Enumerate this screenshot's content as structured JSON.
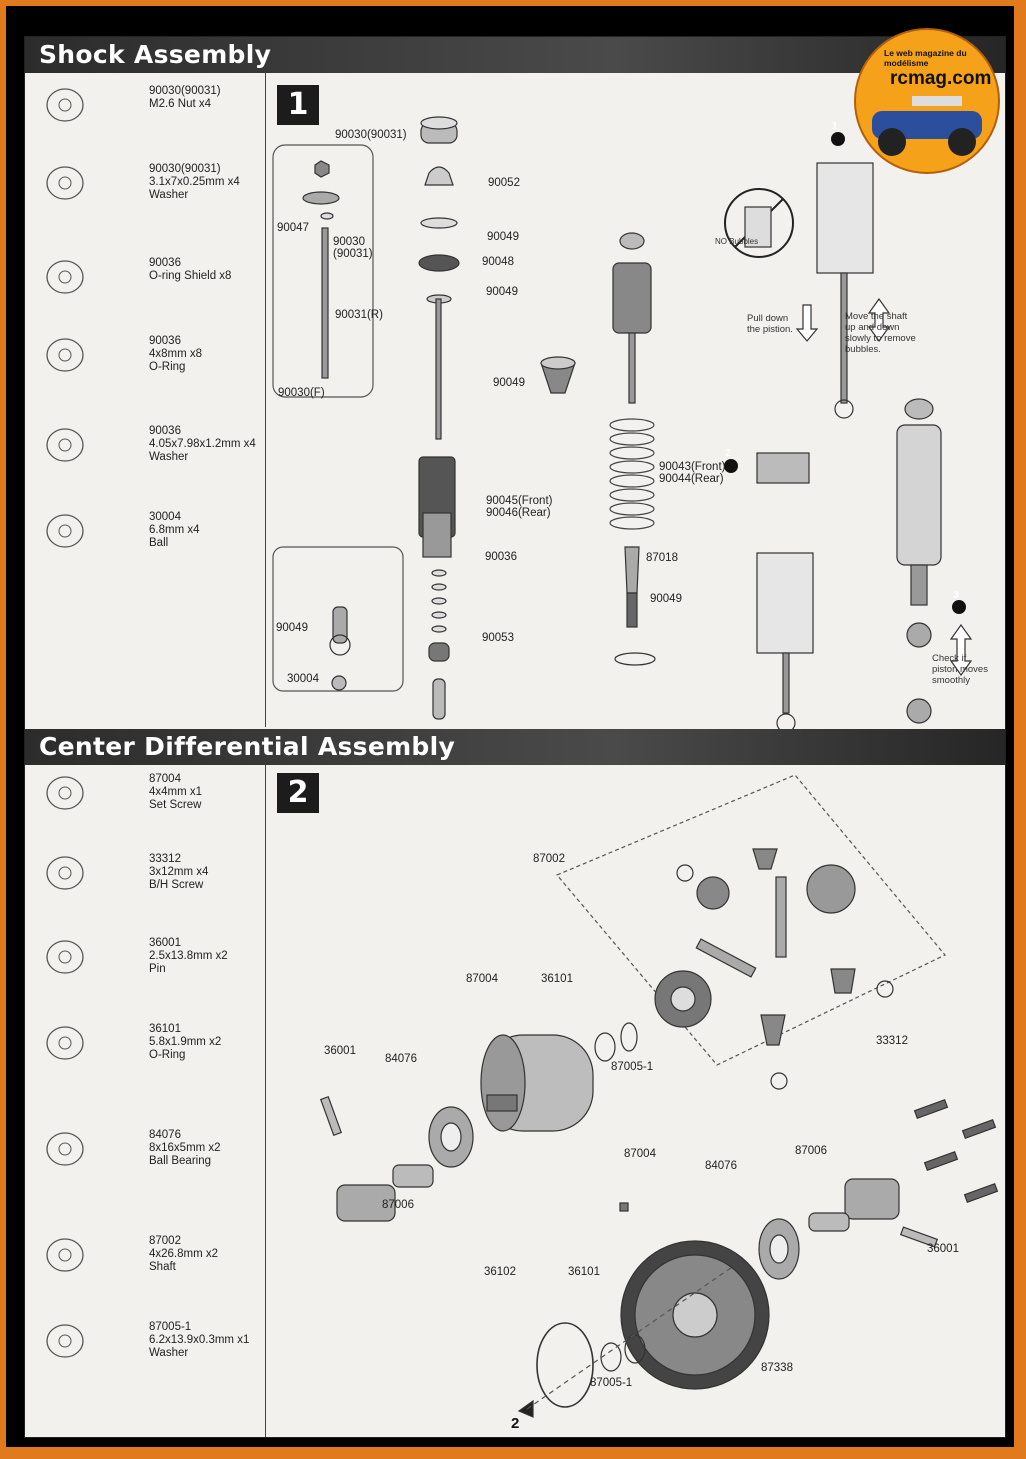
{
  "section1": {
    "title": "Shock Assembly",
    "step": "1",
    "parts": [
      {
        "code": "90030(90031)",
        "desc": "M2.6 Nut x4"
      },
      {
        "code": "90030(90031)",
        "desc": "3.1x7x0.25mm x4\nWasher"
      },
      {
        "code": "90036",
        "desc": "O-ring Shield  x8"
      },
      {
        "code": "90036",
        "desc": "4x8mm x8\nO-Ring"
      },
      {
        "code": "90036",
        "desc": "4.05x7.98x1.2mm x4\nWasher"
      },
      {
        "code": "30004",
        "desc": "6.8mm x4\nBall"
      }
    ],
    "callouts": {
      "c1": "90030(90031)",
      "c2": "90052",
      "c3": "90047",
      "c4": "90030\n(90031)",
      "c5": "90049",
      "c6": "90048",
      "c7": "90049",
      "c8": "90031(R)",
      "c9": "90049",
      "c10": "90030(F)",
      "c11": "90043(Front)\n90044(Rear)",
      "c12": "90045(Front)\n90046(Rear)",
      "c13": "90036",
      "c14": "87018",
      "c15": "90049",
      "c16": "90053",
      "c17": "90049",
      "c18": "30004"
    },
    "notes": {
      "no_bubbles": "NO Bubbles",
      "pull_down": "Pull down\nthe pistion.",
      "move_shaft": "Move the shaft\nup and down\nslowly to remove\nbubbles.",
      "check": "Check if\npiston moves\nsmoothly",
      "step_markers": [
        "1",
        "2",
        "3"
      ]
    }
  },
  "section2": {
    "title": "Center Differential Assembly",
    "step": "2",
    "parts": [
      {
        "code": "87004",
        "desc": "4x4mm x1\nSet Screw"
      },
      {
        "code": "33312",
        "desc": "3x12mm x4\nB/H Screw"
      },
      {
        "code": "36001",
        "desc": "2.5x13.8mm x2\nPin"
      },
      {
        "code": "36101",
        "desc": "5.8x1.9mm x2\nO-Ring"
      },
      {
        "code": "84076",
        "desc": "8x16x5mm x2\nBall Bearing"
      },
      {
        "code": "87002",
        "desc": "4x26.8mm x2\nShaft"
      },
      {
        "code": "87005-1",
        "desc": "6.2x13.9x0.3mm x1\nWasher"
      }
    ],
    "callouts": {
      "d1": "87002",
      "d2": "87004",
      "d3": "36101",
      "d4": "36001",
      "d5": "84076",
      "d6": "87005-1",
      "d7": "33312",
      "d8": "87004",
      "d9": "87006",
      "d10": "84076",
      "d11": "87006",
      "d12": "36001",
      "d13": "36102",
      "d14": "36101",
      "d15": "87338",
      "d16": "87005-1"
    }
  },
  "logo": {
    "brand": "rcmag.com",
    "tagline": "Le web magazine du modélisme"
  },
  "page_number": "2",
  "colors": {
    "border": "#e07a1c",
    "header_bg": "#333333",
    "paper": "#f2f1ee"
  }
}
